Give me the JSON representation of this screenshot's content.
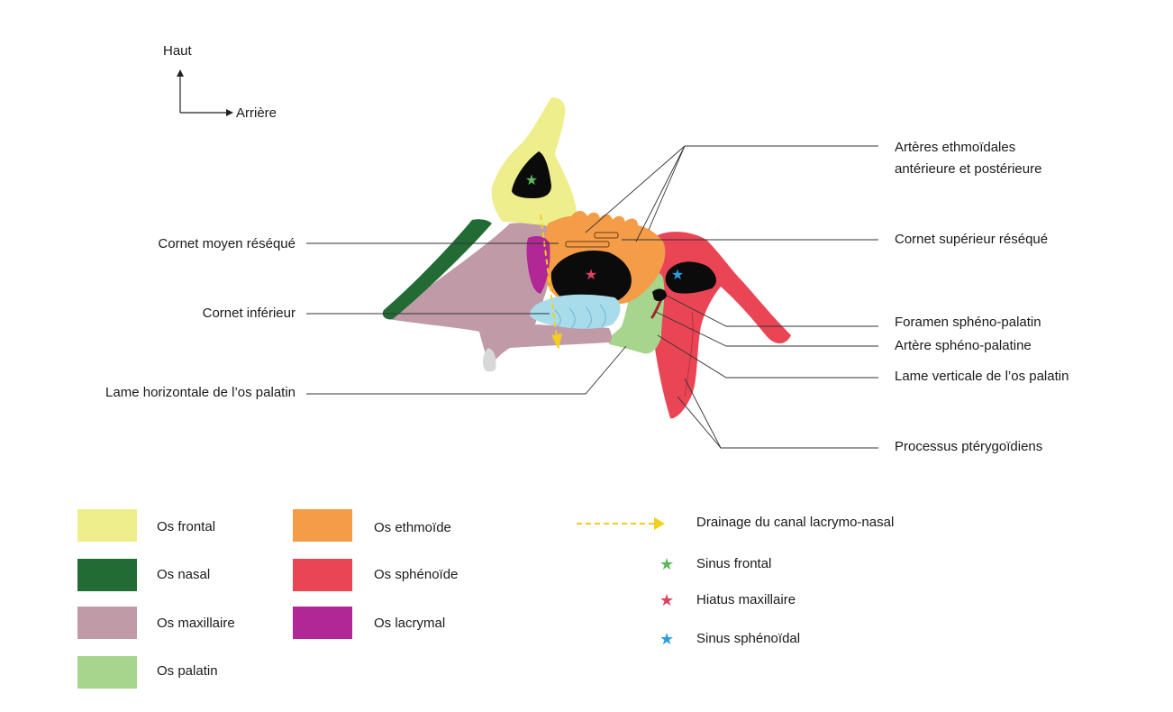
{
  "orientation": {
    "up": "Haut",
    "back": "Arrière"
  },
  "labels": {
    "ethmoid_arteries_line1": "Artères ethmoïdales",
    "ethmoid_arteries_line2": "antérieure et postérieure",
    "middle_turbinate": "Cornet moyen réséqué",
    "superior_turbinate": "Cornet supérieur réséqué",
    "inferior_turbinate": "Cornet inférieur",
    "sphenopalatine_foramen": "Foramen sphéno-palatin",
    "sphenopalatine_artery": "Artère sphéno-palatine",
    "palatine_vertical": "Lame verticale de l’os palatin",
    "palatine_horizontal": "Lame horizontale de l’os palatin",
    "pterygoid": "Processus ptérygoïdiens"
  },
  "legend_bones": [
    {
      "label": "Os frontal",
      "color": "#eeee8c"
    },
    {
      "label": "Os nasal",
      "color": "#226b35"
    },
    {
      "label": "Os maxillaire",
      "color": "#c19aa8"
    },
    {
      "label": "Os palatin",
      "color": "#a7d58d"
    },
    {
      "label": "Os ethmoïde",
      "color": "#f49c47"
    },
    {
      "label": "Os sphénoïde",
      "color": "#ea4555"
    },
    {
      "label": "Os lacrymal",
      "color": "#b02795"
    }
  ],
  "legend_markers": {
    "drainage": {
      "label": "Drainage du canal lacrymo-nasal",
      "color": "#f2cf1f"
    },
    "frontal_sinus": {
      "label": "Sinus frontal",
      "color": "#5cb85c"
    },
    "maxillary_hiatus": {
      "label": "Hiatus maxillaire",
      "color": "#e0405f"
    },
    "sphenoid_sinus": {
      "label": "Sinus sphénoïdal",
      "color": "#2e9be0"
    }
  },
  "colors": {
    "frontal": "#eeee8c",
    "nasal": "#226b35",
    "maxillary": "#c19aa8",
    "palatine": "#a7d58d",
    "ethmoid": "#f49c47",
    "sphenoid": "#ea4555",
    "lacrimal": "#b02795",
    "inferior_turbinate": "#a9dcea",
    "cavity": "#0b0b0b",
    "tooth": "#d8d8d8"
  }
}
